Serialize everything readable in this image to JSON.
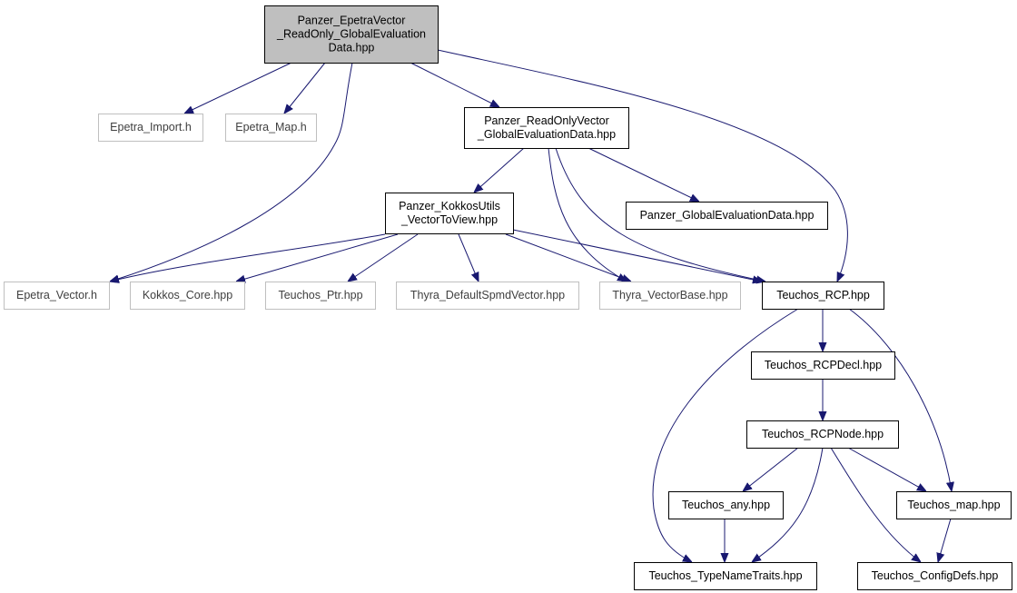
{
  "nodes": [
    {
      "id": "root",
      "lines": [
        "Panzer_EpetraVector",
        "_ReadOnly_GlobalEvaluation",
        "Data.hpp"
      ],
      "kind": "root"
    },
    {
      "id": "epetra_import",
      "lines": [
        "Epetra_Import.h"
      ],
      "kind": "external"
    },
    {
      "id": "epetra_map",
      "lines": [
        "Epetra_Map.h"
      ],
      "kind": "external"
    },
    {
      "id": "ro_vector",
      "lines": [
        "Panzer_ReadOnlyVector",
        "_GlobalEvaluationData.hpp"
      ],
      "kind": "internal"
    },
    {
      "id": "kokkos_utils",
      "lines": [
        "Panzer_KokkosUtils",
        "_VectorToView.hpp"
      ],
      "kind": "internal"
    },
    {
      "id": "global_eval",
      "lines": [
        "Panzer_GlobalEvaluationData.hpp"
      ],
      "kind": "internal"
    },
    {
      "id": "epetra_vector",
      "lines": [
        "Epetra_Vector.h"
      ],
      "kind": "external"
    },
    {
      "id": "kokkos_core",
      "lines": [
        "Kokkos_Core.hpp"
      ],
      "kind": "external"
    },
    {
      "id": "teuchos_ptr",
      "lines": [
        "Teuchos_Ptr.hpp"
      ],
      "kind": "external"
    },
    {
      "id": "thyra_spmd",
      "lines": [
        "Thyra_DefaultSpmdVector.hpp"
      ],
      "kind": "external"
    },
    {
      "id": "thyra_vbase",
      "lines": [
        "Thyra_VectorBase.hpp"
      ],
      "kind": "external"
    },
    {
      "id": "teuchos_rcp",
      "lines": [
        "Teuchos_RCP.hpp"
      ],
      "kind": "internal"
    },
    {
      "id": "rcp_decl",
      "lines": [
        "Teuchos_RCPDecl.hpp"
      ],
      "kind": "internal"
    },
    {
      "id": "rcp_node",
      "lines": [
        "Teuchos_RCPNode.hpp"
      ],
      "kind": "internal"
    },
    {
      "id": "teuchos_any",
      "lines": [
        "Teuchos_any.hpp"
      ],
      "kind": "internal"
    },
    {
      "id": "teuchos_map",
      "lines": [
        "Teuchos_map.hpp"
      ],
      "kind": "internal"
    },
    {
      "id": "type_name",
      "lines": [
        "Teuchos_TypeNameTraits.hpp"
      ],
      "kind": "internal"
    },
    {
      "id": "config_defs",
      "lines": [
        "Teuchos_ConfigDefs.hpp"
      ],
      "kind": "internal"
    }
  ],
  "edges": [
    [
      "root",
      "epetra_import"
    ],
    [
      "root",
      "epetra_map"
    ],
    [
      "root",
      "ro_vector"
    ],
    [
      "root",
      "epetra_vector"
    ],
    [
      "root",
      "teuchos_rcp"
    ],
    [
      "ro_vector",
      "kokkos_utils"
    ],
    [
      "ro_vector",
      "global_eval"
    ],
    [
      "ro_vector",
      "thyra_vbase"
    ],
    [
      "ro_vector",
      "teuchos_rcp"
    ],
    [
      "kokkos_utils",
      "epetra_vector"
    ],
    [
      "kokkos_utils",
      "kokkos_core"
    ],
    [
      "kokkos_utils",
      "teuchos_ptr"
    ],
    [
      "kokkos_utils",
      "thyra_spmd"
    ],
    [
      "kokkos_utils",
      "thyra_vbase"
    ],
    [
      "kokkos_utils",
      "teuchos_rcp"
    ],
    [
      "teuchos_rcp",
      "rcp_decl"
    ],
    [
      "teuchos_rcp",
      "teuchos_map"
    ],
    [
      "teuchos_rcp",
      "type_name"
    ],
    [
      "rcp_decl",
      "rcp_node"
    ],
    [
      "rcp_node",
      "teuchos_any"
    ],
    [
      "rcp_node",
      "teuchos_map"
    ],
    [
      "rcp_node",
      "type_name"
    ],
    [
      "rcp_node",
      "config_defs"
    ],
    [
      "teuchos_any",
      "type_name"
    ],
    [
      "teuchos_map",
      "config_defs"
    ]
  ]
}
